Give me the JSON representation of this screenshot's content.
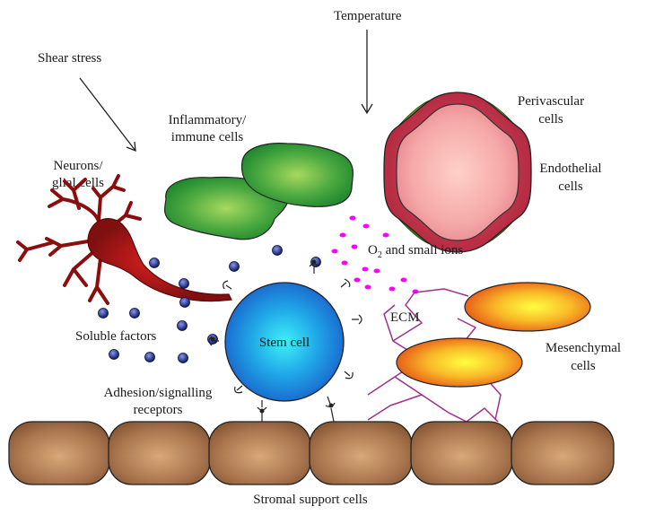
{
  "labels": {
    "temperature": "Temperature",
    "shear_stress": "Shear stress",
    "inflammatory_1": "Inflammatory/",
    "inflammatory_2": "immune cells",
    "perivascular_1": "Perivascular",
    "perivascular_2": "cells",
    "neurons_1": "Neurons/",
    "neurons_2": "glial cells",
    "endothelial_1": "Endothelial",
    "endothelial_2": "cells",
    "o2_pre": "O",
    "o2_sub": "2",
    "o2_post": " and small ions",
    "ecm": "ECM",
    "stem_cell": "Stem cell",
    "soluble_factors": "Soluble factors",
    "mesenchymal_1": "Mesenchymal",
    "mesenchymal_2": "cells",
    "adhesion_1": "Adhesion/signalling",
    "adhesion_2": "receptors",
    "stromal": "Stromal support cells"
  },
  "colors": {
    "stem_cell": "#1e90e0",
    "stromal_cell": "#a8754e",
    "immune_cell": "#3aa040",
    "vessel": "#c8455a",
    "vessel_inner": "#f5b0b0",
    "pericyte": "#5aa020",
    "neuron": "#a01010",
    "mesenchymal": "#f59a20",
    "ecm_fiber": "#a0308a",
    "o2_dots": "#ff00ff",
    "soluble_factor": "#1a2a80"
  }
}
